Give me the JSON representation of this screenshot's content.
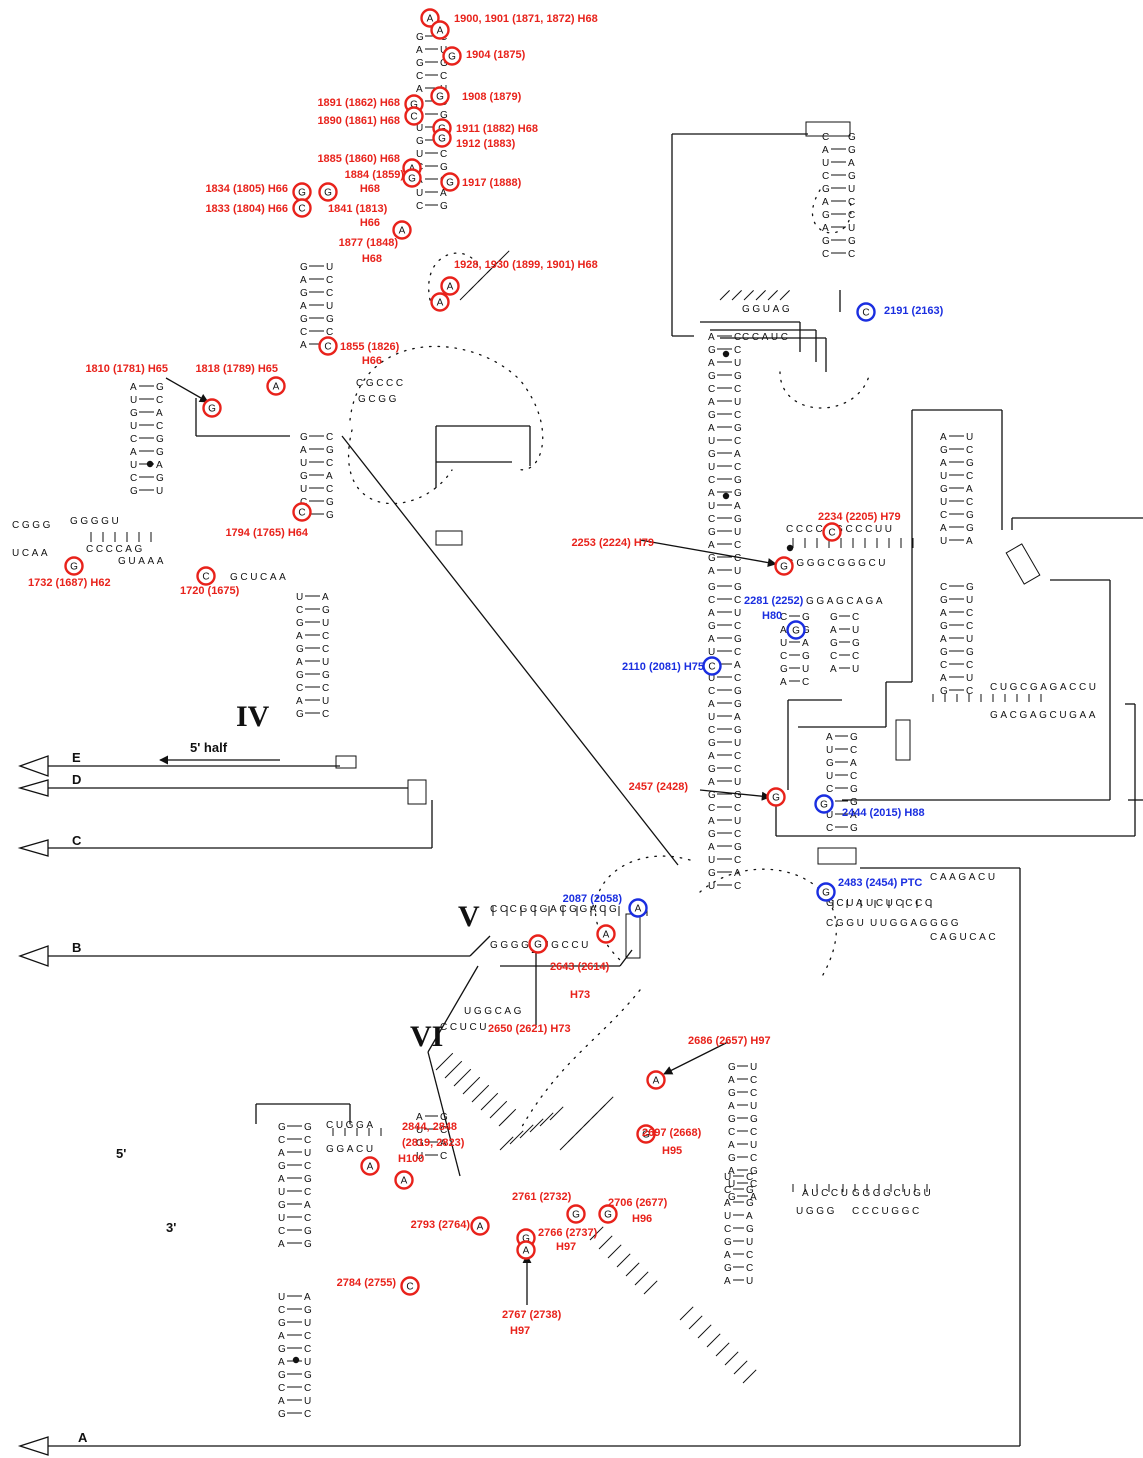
{
  "colors": {
    "red": "#e8221b",
    "blue": "#1a2ee0",
    "ink": "#111111"
  },
  "domains": {
    "iv": "IV",
    "v": "V",
    "vi": "VI"
  },
  "ends": {
    "five": "5'",
    "three": "3'"
  },
  "half_label": "5' half",
  "connectors": {
    "a": "A",
    "b": "B",
    "c": "C",
    "d": "D",
    "e": "E"
  },
  "sites": [
    {
      "text": "1900, 1901 (1871, 1872) H68",
      "color": "red",
      "nt": [
        "A",
        "A"
      ]
    },
    {
      "text": "1904 (1875)",
      "color": "red",
      "nt": [
        "G"
      ]
    },
    {
      "text": "1908 (1879)",
      "color": "red",
      "nt": [
        "G"
      ]
    },
    {
      "text": "1891 (1862) H68",
      "color": "red",
      "nt": [
        "G"
      ]
    },
    {
      "text": "1890 (1861) H68",
      "color": "red",
      "nt": [
        "C"
      ]
    },
    {
      "text": "1911 (1882) H68",
      "color": "red",
      "nt": [
        "G"
      ]
    },
    {
      "text": "1912 (1883)",
      "color": "red",
      "nt": [
        "G"
      ]
    },
    {
      "text": "1885 (1860) H68",
      "color": "red",
      "nt": [
        "A"
      ]
    },
    {
      "text": "1884 (1859)",
      "color": "red",
      "nt": [
        "G"
      ]
    },
    {
      "text": "H68",
      "color": "red",
      "nt": []
    },
    {
      "text": "1917 (1888)",
      "color": "red",
      "nt": [
        "G"
      ]
    },
    {
      "text": "1834 (1805) H66",
      "color": "red",
      "nt": [
        "G",
        "G"
      ]
    },
    {
      "text": "1833 (1804) H66",
      "color": "red",
      "nt": [
        "C"
      ]
    },
    {
      "text": "1841 (1813)",
      "color": "red",
      "nt": []
    },
    {
      "text": "H66",
      "color": "red",
      "nt": []
    },
    {
      "text": "1877 (1848)",
      "color": "red",
      "nt": [
        "A"
      ]
    },
    {
      "text": "H68",
      "color": "red",
      "nt": []
    },
    {
      "text": "1928, 1930 (1899, 1901) H68",
      "color": "red",
      "nt": [
        "A",
        "A"
      ]
    },
    {
      "text": "1855 (1826)",
      "color": "red",
      "nt": [
        "C"
      ]
    },
    {
      "text": "H66",
      "color": "red",
      "nt": []
    },
    {
      "text": "1810 (1781) H65",
      "color": "red",
      "nt": [
        "G"
      ]
    },
    {
      "text": "1818 (1789) H65",
      "color": "red",
      "nt": [
        "A"
      ]
    },
    {
      "text": "1794 (1765) H64",
      "color": "red",
      "nt": [
        "C"
      ]
    },
    {
      "text": "1732 (1687) H62",
      "color": "red",
      "nt": [
        "G"
      ]
    },
    {
      "text": "1720 (1675)",
      "color": "red",
      "nt": [
        "C"
      ]
    },
    {
      "text": "2191 (2163)",
      "color": "blue",
      "nt": [
        "C"
      ]
    },
    {
      "text": "2234 (2205) H79",
      "color": "red",
      "nt": [
        "C"
      ]
    },
    {
      "text": "2253 (2224) H79",
      "color": "red",
      "nt": [
        "G"
      ]
    },
    {
      "text": "2281 (2252)",
      "color": "blue",
      "nt": [
        "G"
      ]
    },
    {
      "text": "H80",
      "color": "blue",
      "nt": []
    },
    {
      "text": "2110 (2081) H75",
      "color": "blue",
      "nt": [
        "C"
      ]
    },
    {
      "text": "2457 (2428)",
      "color": "red",
      "nt": [
        "G"
      ]
    },
    {
      "text": "2444 (2015) H88",
      "color": "blue",
      "nt": [
        "G"
      ]
    },
    {
      "text": "2087 (2058)",
      "color": "blue",
      "nt": [
        "A"
      ]
    },
    {
      "text": "2483 (2454) PTC",
      "color": "blue",
      "nt": [
        "G"
      ]
    },
    {
      "text": "2643 (2614)",
      "color": "red",
      "nt": [
        "A"
      ]
    },
    {
      "text": "H73",
      "color": "red",
      "nt": []
    },
    {
      "text": "2650 (2621) H73",
      "color": "red",
      "nt": [
        "G"
      ]
    },
    {
      "text": "2686 (2657) H97",
      "color": "red",
      "nt": [
        "A"
      ]
    },
    {
      "text": "2844, 2848",
      "color": "red",
      "nt": [
        "A",
        "A"
      ]
    },
    {
      "text": "(2819, 2823)",
      "color": "red",
      "nt": []
    },
    {
      "text": "H100",
      "color": "red",
      "nt": []
    },
    {
      "text": "2697 (2668)",
      "color": "red",
      "nt": [
        "G"
      ]
    },
    {
      "text": "H95",
      "color": "red",
      "nt": []
    },
    {
      "text": "2761 (2732)",
      "color": "red",
      "nt": [
        "G"
      ]
    },
    {
      "text": "2706 (2677)",
      "color": "red",
      "nt": [
        "G"
      ]
    },
    {
      "text": "H96",
      "color": "red",
      "nt": []
    },
    {
      "text": "2793 (2764)",
      "color": "red",
      "nt": [
        "A"
      ]
    },
    {
      "text": "2766 (2737)",
      "color": "red",
      "nt": [
        "G"
      ]
    },
    {
      "text": "H97",
      "color": "red",
      "nt": []
    },
    {
      "text": "2784 (2755)",
      "color": "red",
      "nt": [
        "C"
      ]
    },
    {
      "text": "2767 (2738)",
      "color": "red",
      "nt": [
        "A"
      ]
    },
    {
      "text": "H97",
      "color": "red",
      "nt": []
    }
  ],
  "sequences": [
    "CCCGCGACGGACG",
    "GGGGCUGCCU",
    "GCUA",
    "UCUCCCC",
    "CAAGACU",
    "CGGU",
    "UUGGAGGGG",
    "CAGUCAC",
    "CUGCGAGACCU",
    "GACGAGCUGAA",
    "CCCCCGCCCUU",
    "GGGGCGGGCU",
    "GGAGCAGA",
    "GGUAG",
    "CCAUC",
    "CGCCC",
    "GCGG",
    "GGGGU",
    "CCCCAG",
    "GUAAA",
    "GCUCAA",
    "CGGG",
    "UCAA",
    "AUCCU",
    "GGGGCUGU",
    "UGGG",
    "CCCUGGC",
    "CUGGA",
    "GGACU",
    "CCUCU",
    "UGGCAG"
  ]
}
